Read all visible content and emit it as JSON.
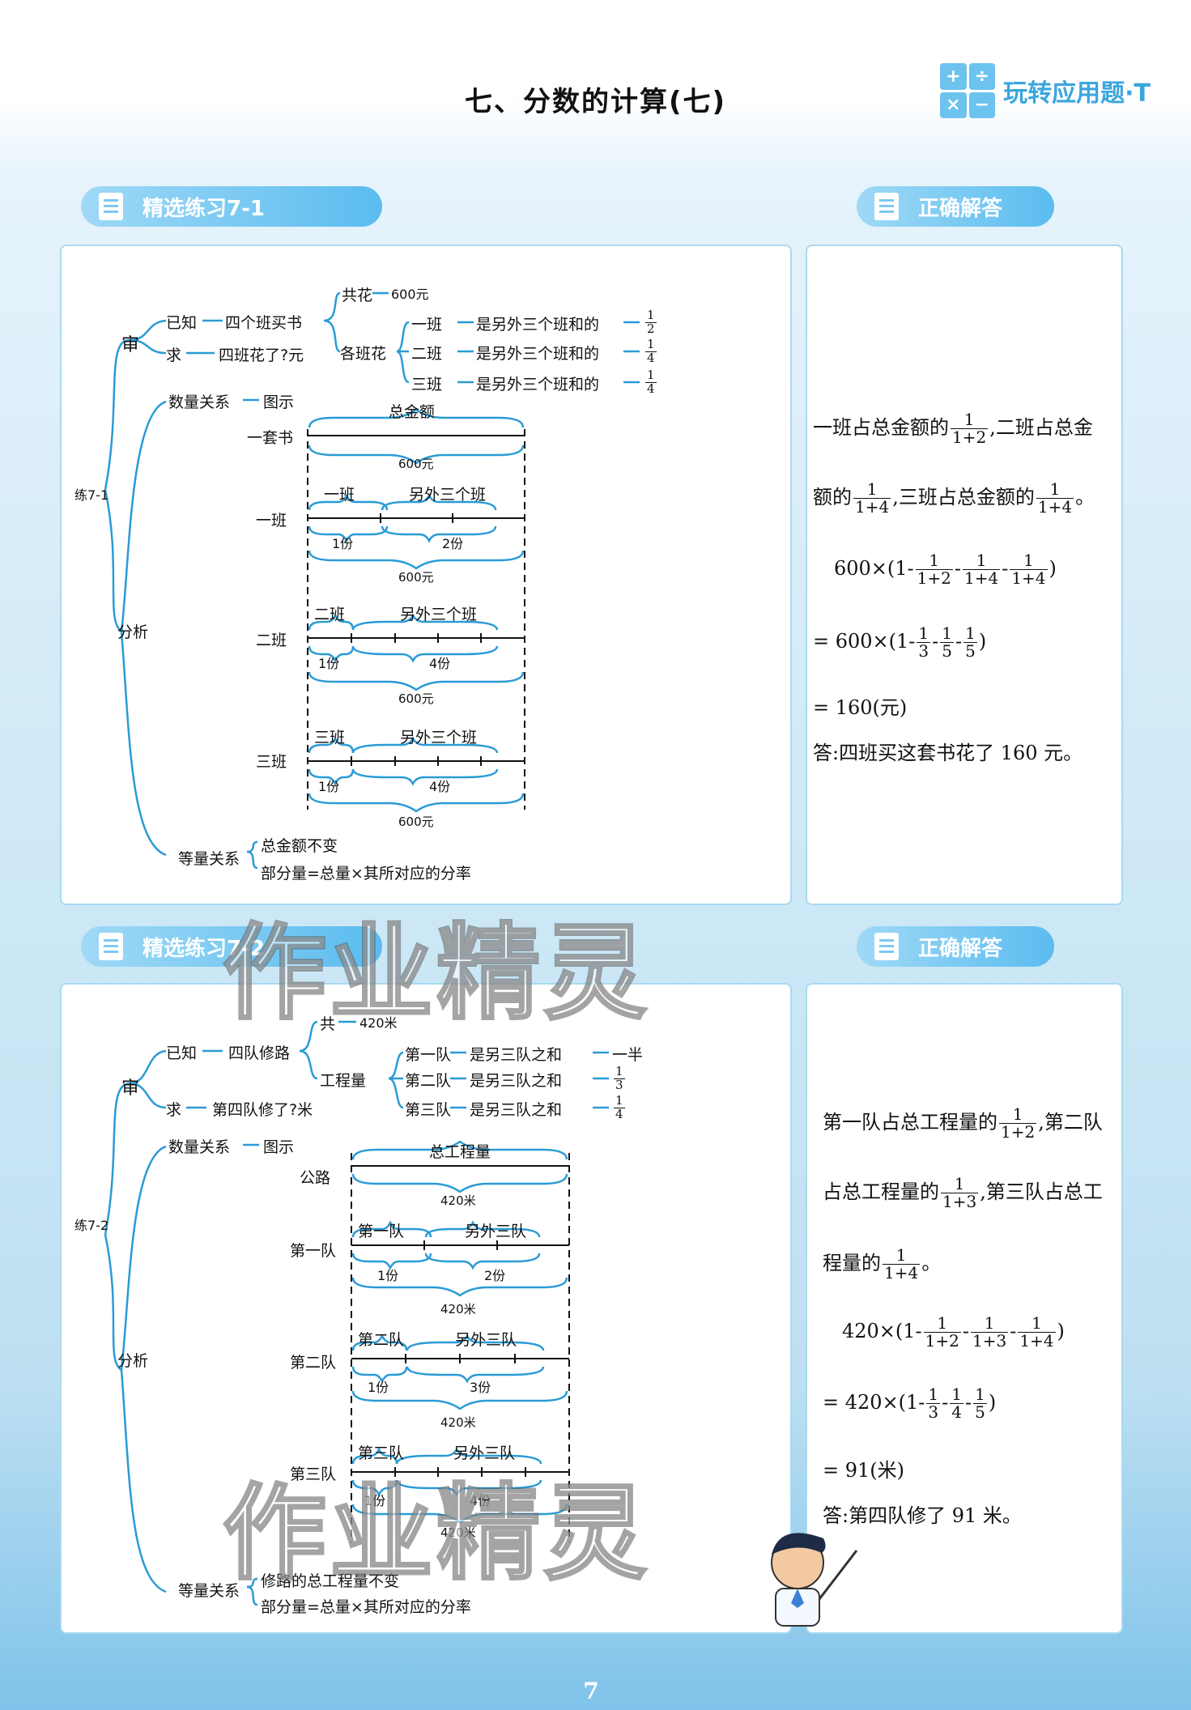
{
  "page": {
    "title": "七、分数的计算(七)",
    "number": "7"
  },
  "brand": {
    "text": "玩转应用题·T",
    "symbols": [
      "+",
      "÷",
      "×",
      "−"
    ]
  },
  "watermark": "作业精灵",
  "ex1": {
    "header": "精选练习7-1",
    "answer_header": "正确解答",
    "tag": "练7-1",
    "shen": "审",
    "known": "已知",
    "known_what": "四个班买书",
    "total": "共花",
    "total_val": "600元",
    "each": "各班花",
    "classes": [
      {
        "name": "一班",
        "rel": "是另外三个班和的",
        "num": "1",
        "den": "2"
      },
      {
        "name": "二班",
        "rel": "是另外三个班和的",
        "num": "1",
        "den": "4"
      },
      {
        "name": "三班",
        "rel": "是另外三个班和的",
        "num": "1",
        "den": "4"
      }
    ],
    "ask": "求",
    "ask_what": "四班花了?元",
    "analysis": "分析",
    "qty_rel": "数量关系",
    "diagram": "图示",
    "eq_rel": "等量关系",
    "eq1": "总金额不变",
    "eq2": "部分量=总量×其所对应的分率",
    "rows": [
      {
        "label": "一套书",
        "top": "总金额",
        "bottom": "600元"
      },
      {
        "label": "一班",
        "part": "一班",
        "other": "另外三个班",
        "p1": "1份",
        "p2": "2份",
        "bottom": "600元"
      },
      {
        "label": "二班",
        "part": "二班",
        "other": "另外三个班",
        "p1": "1份",
        "p2": "4份",
        "bottom": "600元"
      },
      {
        "label": "三班",
        "part": "三班",
        "other": "另外三个班",
        "p1": "1份",
        "p2": "4份",
        "bottom": "600元"
      }
    ],
    "solution": {
      "l1a": "一班占总金额的",
      "l1b": ",二班占总金",
      "l2a": "额的",
      "l2b": ",三班占总金额的",
      "l2c": "。",
      "f1n": "1",
      "f1d": "1+2",
      "f2n": "1",
      "f2d": "1+4",
      "f3n": "1",
      "f3d": "1+4",
      "e1a": "600×(1-",
      "e1b": ")",
      "e2a": "= 600×(1-",
      "e2b": ")",
      "e2f": [
        {
          "n": "1",
          "d": "3"
        },
        {
          "n": "1",
          "d": "5"
        },
        {
          "n": "1",
          "d": "5"
        }
      ],
      "e1f": [
        {
          "n": "1",
          "d": "1+2"
        },
        {
          "n": "1",
          "d": "1+4"
        },
        {
          "n": "1",
          "d": "1+4"
        }
      ],
      "result": "= 160(元)",
      "answer": "答:四班买这套书花了 160 元。"
    }
  },
  "ex2": {
    "header": "精选练习7-2",
    "answer_header": "正确解答",
    "tag": "练7-2",
    "shen": "审",
    "known": "已知",
    "known_what": "四队修路",
    "total": "共",
    "total_val": "420米",
    "each": "工程量",
    "teams": [
      {
        "name": "第一队",
        "rel": "是另三队之和",
        "frac_text": "一半"
      },
      {
        "name": "第二队",
        "rel": "是另三队之和",
        "num": "1",
        "den": "3"
      },
      {
        "name": "第三队",
        "rel": "是另三队之和",
        "num": "1",
        "den": "4"
      }
    ],
    "ask": "求",
    "ask_what": "第四队修了?米",
    "analysis": "分析",
    "qty_rel": "数量关系",
    "diagram": "图示",
    "eq_rel": "等量关系",
    "eq1": "修路的总工程量不变",
    "eq2": "部分量=总量×其所对应的分率",
    "rows": [
      {
        "label": "公路",
        "top": "总工程量",
        "bottom": "420米"
      },
      {
        "label": "第一队",
        "part": "第一队",
        "other": "另外三队",
        "p1": "1份",
        "p2": "2份",
        "bottom": "420米"
      },
      {
        "label": "第二队",
        "part": "第二队",
        "other": "另外三队",
        "p1": "1份",
        "p2": "3份",
        "bottom": "420米"
      },
      {
        "label": "第三队",
        "part": "第三队",
        "other": "另外三队",
        "p1": "1份",
        "p2": "4份",
        "bottom": "420米"
      }
    ],
    "solution": {
      "l1a": "第一队占总工程量的",
      "l1b": ",第二队",
      "l2a": "占总工程量的",
      "l2b": ",第三队占总工",
      "l3a": "程量的",
      "l3b": "。",
      "f1n": "1",
      "f1d": "1+2",
      "f2n": "1",
      "f2d": "1+3",
      "f3n": "1",
      "f3d": "1+4",
      "e1a": "420×(1-",
      "e1b": ")",
      "e1f": [
        {
          "n": "1",
          "d": "1+2"
        },
        {
          "n": "1",
          "d": "1+3"
        },
        {
          "n": "1",
          "d": "1+4"
        }
      ],
      "e2a": "= 420×(1-",
      "e2b": ")",
      "e2f": [
        {
          "n": "1",
          "d": "3"
        },
        {
          "n": "1",
          "d": "4"
        },
        {
          "n": "1",
          "d": "5"
        }
      ],
      "result": "= 91(米)",
      "answer": "答:第四队修了 91 米。"
    }
  }
}
